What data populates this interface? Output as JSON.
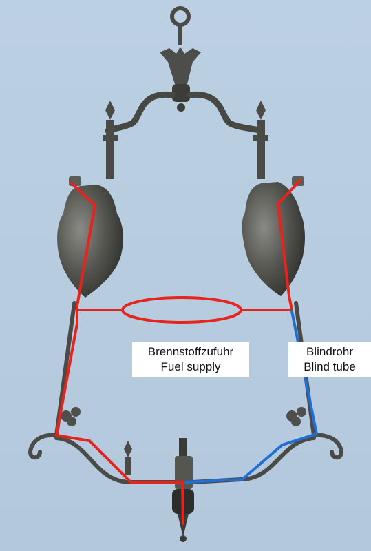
{
  "labels": {
    "fuel_supply": {
      "line1": "Brennstoffzufuhr",
      "line2": "Fuel supply"
    },
    "blind_tube": {
      "line1": "Blindrohr",
      "line2": "Blind tube"
    }
  },
  "colors": {
    "background": "#b9cde0",
    "metal": "#5a5a55",
    "metal_dark": "#2f302e",
    "fuel_line": "#e8221c",
    "blind_line": "#1f6fd6"
  }
}
